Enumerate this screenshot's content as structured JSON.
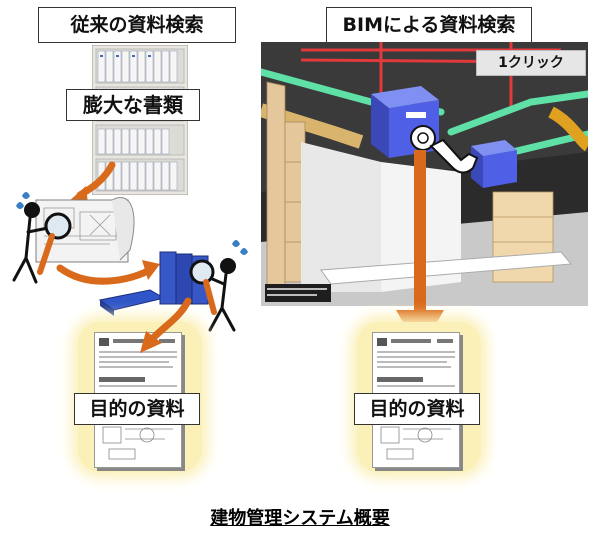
{
  "left": {
    "header": "従来の資料検索",
    "shelf_label": "膨大な書類",
    "result_label": "目的の資料"
  },
  "right": {
    "header": "BIMによる資料検索",
    "click_label": "1クリック",
    "result_label": "目的の資料"
  },
  "caption": "建物管理システム概要",
  "colors": {
    "arrow_orange": "#d96a1b",
    "panel_yellow": "#fbf0b8",
    "duct_blue": "#4f60e6",
    "pipe_green": "#5fe0a6",
    "pipe_red": "#e23a3a"
  }
}
